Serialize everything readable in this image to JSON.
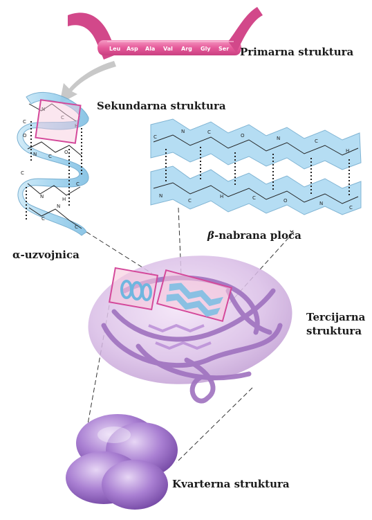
{
  "labels": {
    "primary": "Primarna struktura",
    "secondary": "Sekundarna struktura",
    "alpha": "α-uzvojnica",
    "beta_symbol": "β",
    "beta_rest": "-nabrana ploča",
    "tertiary_line1": "Tercijarna",
    "tertiary_line2": "struktura",
    "quaternary": "Kvarterna struktura"
  },
  "sequence": [
    "Leu",
    "Asp",
    "Ala",
    "Val",
    "Arg",
    "Gly",
    "Ser"
  ],
  "colors": {
    "ribbon": "#e65a9a",
    "helix": "#9fd3ef",
    "sheet": "#a9d8f2",
    "tertiary": "#c9a2d8",
    "quaternary": "#9b6fc4",
    "highlight": "#d4489a"
  }
}
